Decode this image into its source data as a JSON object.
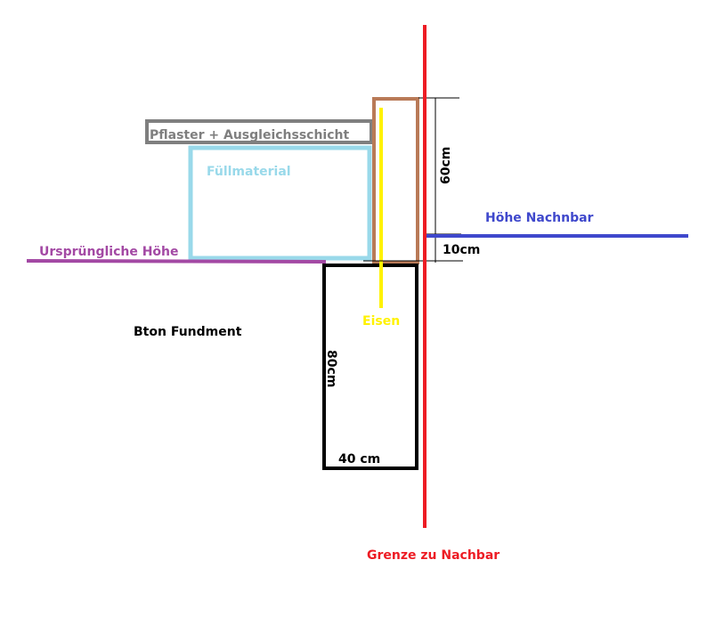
{
  "labels": {
    "paving": "Pflaster + Ausgleichsschicht",
    "fill": "Füllmaterial",
    "original_height": "Ursprüngliche Höhe",
    "foundation": "Bton Fundment",
    "iron": "Eisen",
    "height_80": "80cm",
    "width_40": "40 cm",
    "neighbor_height": "Höhe Nachnbar",
    "height_60": "60cm",
    "height_10": "10cm",
    "boundary": "Grenze zu Nachbar"
  },
  "colors": {
    "boundary": "#ed1c24",
    "wall": "#b97a57",
    "iron": "#fff200",
    "paving": "#7f7f7f",
    "fill": "#99d9ea",
    "original": "#a349a4",
    "neighbor": "#3f48cc",
    "foundation": "#000000"
  }
}
